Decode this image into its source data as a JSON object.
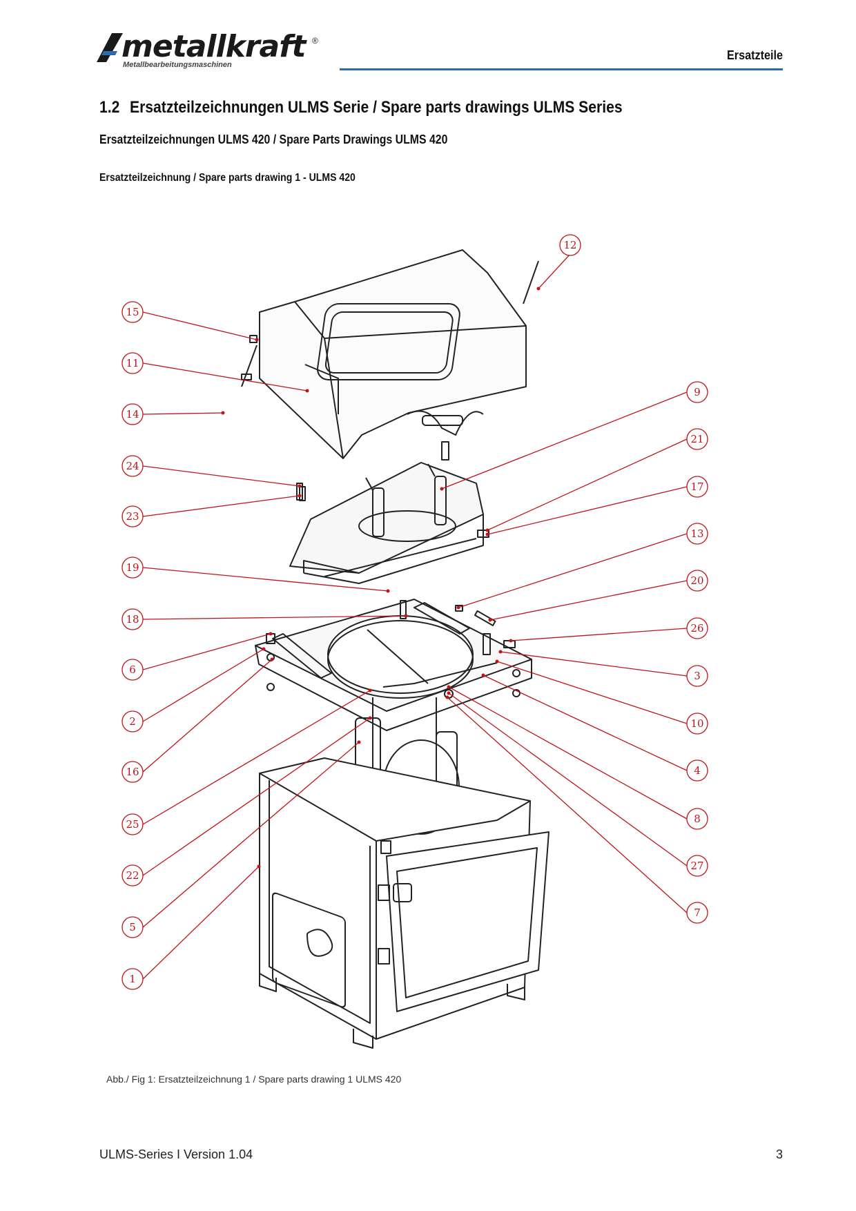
{
  "header": {
    "brand": "metallkraft",
    "brand_tagline": "Metallbearbeitungsmaschinen",
    "section": "Ersatzteile",
    "accent_color": "#2b6cb0"
  },
  "heading_number": "1.2",
  "heading": "Ersatzteilzeichnungen ULMS Serie / Spare parts drawings ULMS Series",
  "subheading": "Ersatzteilzeichnungen ULMS 420 / Spare Parts Drawings ULMS 420",
  "drawing_title": "Ersatzteilzeichnung / Spare parts drawing 1 - ULMS 420",
  "callouts_left": [
    "15",
    "11",
    "14",
    "24",
    "23",
    "19",
    "18",
    "6",
    "2",
    "16",
    "25",
    "22",
    "5",
    "1"
  ],
  "callouts_right": [
    "9",
    "21",
    "17",
    "13",
    "20",
    "26",
    "3",
    "10",
    "4",
    "8",
    "27",
    "7"
  ],
  "callout_top": "12",
  "callout_color": "#c0141a",
  "caption": "Abb./ Fig 1: Ersatzteilzeichnung 1 / Spare parts drawing 1 ULMS 420",
  "footer": {
    "left": "ULMS-Series I Version 1.04",
    "page": "3"
  }
}
